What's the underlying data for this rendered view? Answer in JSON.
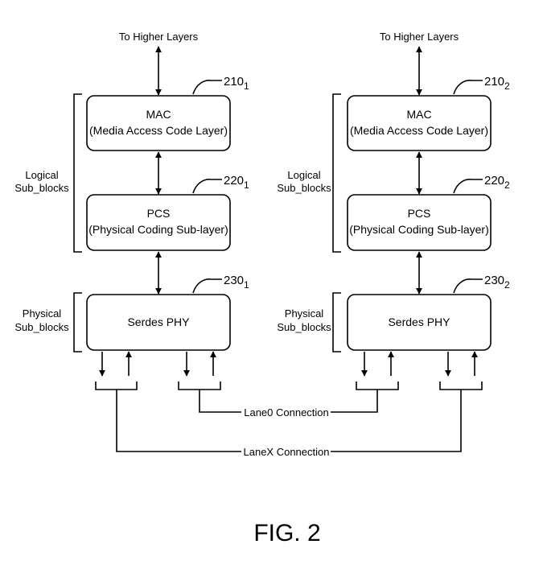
{
  "left": {
    "higher_layers": "To Higher Layers",
    "mac": {
      "line1": "MAC",
      "line2": "(Media Access Code Layer)",
      "ref": "210",
      "sub": "1"
    },
    "pcs": {
      "line1": "PCS",
      "line2": "(Physical Coding Sub-layer)",
      "ref": "220",
      "sub": "1"
    },
    "phy": {
      "line1": "Serdes PHY",
      "ref": "230",
      "sub": "1"
    },
    "logical": {
      "line1": "Logical",
      "line2": "Sub_blocks"
    },
    "physical": {
      "line1": "Physical",
      "line2": "Sub_blocks"
    }
  },
  "right": {
    "higher_layers": "To Higher Layers",
    "mac": {
      "line1": "MAC",
      "line2": "(Media Access Code Layer)",
      "ref": "210",
      "sub": "2"
    },
    "pcs": {
      "line1": "PCS",
      "line2": "(Physical Coding Sub-layer)",
      "ref": "220",
      "sub": "2"
    },
    "phy": {
      "line1": "Serdes PHY",
      "ref": "230",
      "sub": "2"
    },
    "logical": {
      "line1": "Logical",
      "line2": "Sub_blocks"
    },
    "physical": {
      "line1": "Physical",
      "line2": "Sub_blocks"
    }
  },
  "connections": {
    "lane0": "Lane0 Connection",
    "lanex": "LaneX Connection"
  },
  "figure_label": "FIG. 2"
}
